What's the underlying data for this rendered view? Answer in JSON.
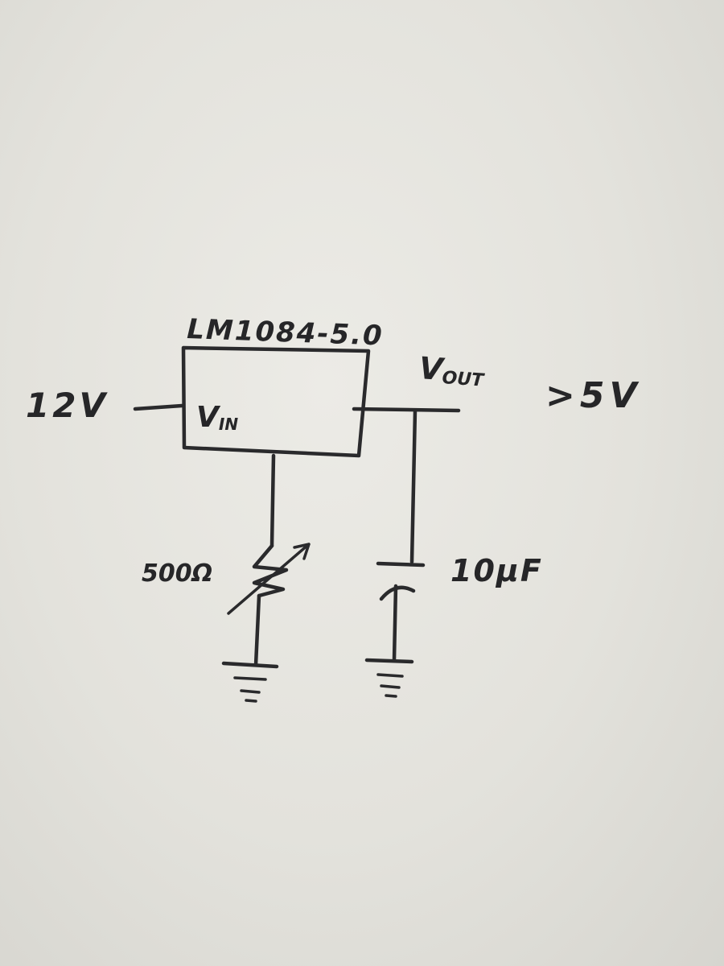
{
  "schematic": {
    "ic_part_number": "LM1084-5.0",
    "pin_vin": "VIN",
    "pin_vout": "VOUT",
    "input_voltage": "12V",
    "output_voltage": ">5V",
    "resistor_value": "500Ω",
    "capacitor_value": "10µF"
  }
}
